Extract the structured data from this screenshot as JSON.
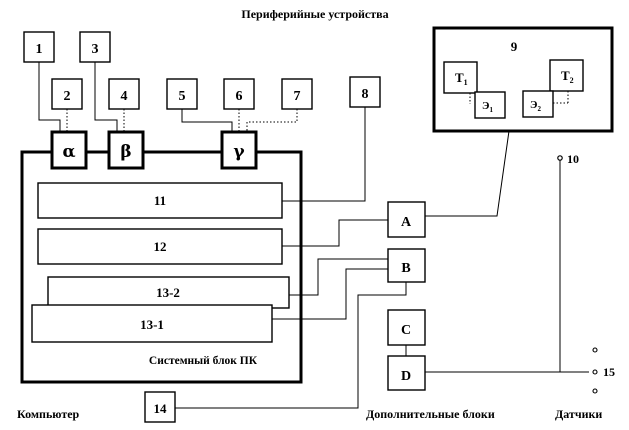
{
  "title": "Периферийные устройства",
  "peripherals": [
    "1",
    "2",
    "3",
    "4",
    "5",
    "6",
    "7",
    "8"
  ],
  "ports": [
    "α",
    "β",
    "γ"
  ],
  "group9": {
    "number": "9",
    "t1": "T",
    "t1_sub": "1",
    "t2": "T",
    "t2_sub": "2",
    "e1": "Э",
    "e1_sub": "1",
    "e2": "Э",
    "e2_sub": "2"
  },
  "system_units": [
    "11",
    "12",
    "13-2",
    "13-1"
  ],
  "system_block_label": "Системный блок ПК",
  "extra_blocks": [
    "A",
    "B",
    "C",
    "D"
  ],
  "sensor_10": "10",
  "sensor_15": "15",
  "box_14": "14",
  "captions": {
    "computer": "Компьютер",
    "additional": "Дополнительные блоки",
    "sensors": "Датчики"
  }
}
